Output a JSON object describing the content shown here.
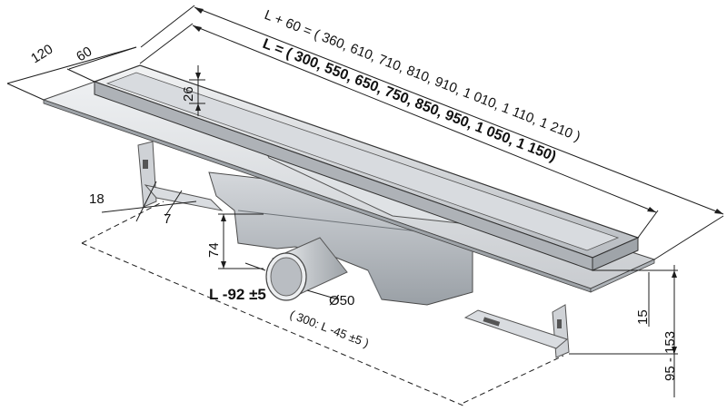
{
  "dimensions": {
    "overall_length": "L + 60 = ( 360, 610, 710, 810, 910, 1 010, 1 110, 1 210 )",
    "length": "L = ( 300, 550, 650, 750, 850, 950, 1 050, 1 150)",
    "width_outer": "120",
    "width_inner": "60",
    "grate_height": "26",
    "bracket_width": "18",
    "bracket_slot": "7",
    "outlet_height": "74",
    "outlet_diameter": "Ø50",
    "bracket_spacing": "L -92 ±5",
    "bracket_spacing_note": "( 300: L -45 ±5 )",
    "flange_height": "15",
    "total_height": "95 - 153"
  },
  "colors": {
    "steel_light": "#e2e4e7",
    "steel_mid": "#c4c8cd",
    "steel_dark": "#8d9298",
    "line": "#2a2a2a"
  }
}
